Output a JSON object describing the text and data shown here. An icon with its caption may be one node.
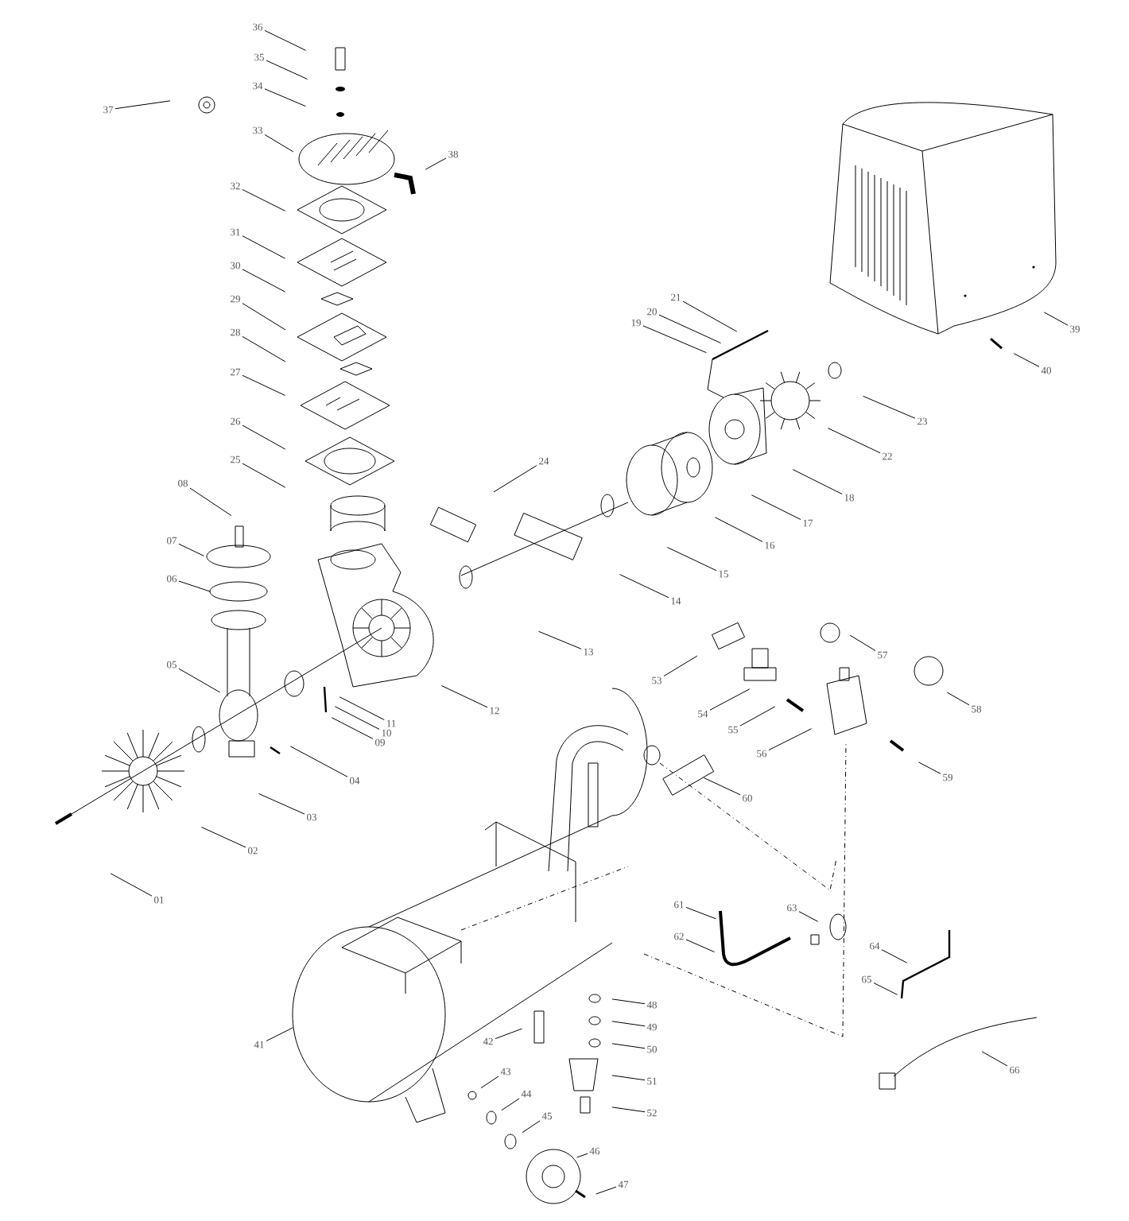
{
  "diagram": {
    "nodes": [
      {
        "text": [
          "01"
        ]
      },
      {
        "text": [
          "02"
        ]
      },
      {
        "text": [
          "03"
        ]
      },
      {
        "text": [
          "04"
        ]
      },
      {
        "text": [
          "05"
        ]
      },
      {
        "text": [
          "06"
        ]
      },
      {
        "text": [
          "07"
        ]
      },
      {
        "text": [
          "08"
        ]
      },
      {
        "text": [
          "09"
        ]
      },
      {
        "text": [
          "10"
        ]
      },
      {
        "text": [
          "11"
        ]
      },
      {
        "text": [
          "12"
        ]
      },
      {
        "text": [
          "13"
        ]
      },
      {
        "text": [
          "14"
        ]
      },
      {
        "text": [
          "15"
        ]
      },
      {
        "text": [
          "16"
        ]
      },
      {
        "text": [
          "17"
        ]
      },
      {
        "text": [
          "18"
        ]
      },
      {
        "text": [
          "19"
        ]
      },
      {
        "text": [
          "20"
        ]
      },
      {
        "text": [
          "21"
        ]
      },
      {
        "text": [
          "22"
        ]
      },
      {
        "text": [
          "23"
        ]
      },
      {
        "text": [
          "24"
        ]
      },
      {
        "text": [
          "25"
        ]
      },
      {
        "text": [
          "26"
        ]
      },
      {
        "text": [
          "27"
        ]
      },
      {
        "text": [
          "28"
        ]
      },
      {
        "text": [
          "29"
        ]
      },
      {
        "text": [
          "30"
        ]
      },
      {
        "text": [
          "31"
        ]
      },
      {
        "text": [
          "32"
        ]
      },
      {
        "text": [
          "33"
        ]
      },
      {
        "text": [
          "34"
        ]
      },
      {
        "text": [
          "35"
        ]
      },
      {
        "text": [
          "36"
        ]
      },
      {
        "text": [
          "37"
        ]
      },
      {
        "text": [
          "38"
        ]
      },
      {
        "text": [
          "39"
        ]
      },
      {
        "text": [
          "40"
        ]
      },
      {
        "text": [
          "41"
        ]
      },
      {
        "text": [
          "42"
        ]
      },
      {
        "text": [
          "43"
        ]
      },
      {
        "text": [
          "44"
        ]
      },
      {
        "text": [
          "45"
        ]
      },
      {
        "text": [
          "46"
        ]
      },
      {
        "text": [
          "47"
        ]
      },
      {
        "text": [
          "48"
        ]
      },
      {
        "text": [
          "49"
        ]
      },
      {
        "text": [
          "50"
        ]
      },
      {
        "text": [
          "51"
        ]
      },
      {
        "text": [
          "52"
        ]
      },
      {
        "text": [
          "53"
        ]
      },
      {
        "text": [
          "54"
        ]
      },
      {
        "text": [
          "55"
        ]
      },
      {
        "text": [
          "56"
        ]
      },
      {
        "text": [
          "57"
        ]
      },
      {
        "text": [
          "58"
        ]
      },
      {
        "text": [
          "59"
        ]
      },
      {
        "text": [
          "60"
        ]
      },
      {
        "text": [
          "61"
        ]
      },
      {
        "text": [
          "62"
        ]
      },
      {
        "text": [
          "63"
        ]
      },
      {
        "text": [
          "64"
        ]
      },
      {
        "text": [
          "65"
        ]
      },
      {
        "text": [
          "66"
        ]
      }
    ],
    "edges": [
      {
        "from": 0,
        "to": null,
        "arrow": "none"
      },
      {
        "from": 1,
        "to": null,
        "arrow": "none"
      },
      {
        "from": 2,
        "to": null,
        "arrow": "none"
      },
      {
        "from": 3,
        "to": null,
        "arrow": "none"
      },
      {
        "from": 4,
        "to": null,
        "arrow": "none"
      },
      {
        "from": 5,
        "to": null,
        "arrow": "none"
      },
      {
        "from": 6,
        "to": null,
        "arrow": "none"
      },
      {
        "from": 7,
        "to": null,
        "arrow": "none"
      },
      {
        "from": 8,
        "to": null,
        "arrow": "none"
      },
      {
        "from": 9,
        "to": null,
        "arrow": "none"
      },
      {
        "from": 10,
        "to": null,
        "arrow": "none"
      },
      {
        "from": 11,
        "to": null,
        "arrow": "none"
      },
      {
        "from": 12,
        "to": null,
        "arrow": "none"
      },
      {
        "from": 13,
        "to": null,
        "arrow": "none"
      },
      {
        "from": 14,
        "to": null,
        "arrow": "none"
      },
      {
        "from": 15,
        "to": null,
        "arrow": "none"
      },
      {
        "from": 16,
        "to": null,
        "arrow": "none"
      },
      {
        "from": 17,
        "to": null,
        "arrow": "none"
      },
      {
        "from": 18,
        "to": null,
        "arrow": "none"
      },
      {
        "from": 19,
        "to": null,
        "arrow": "none"
      },
      {
        "from": 20,
        "to": null,
        "arrow": "none"
      },
      {
        "from": 21,
        "to": null,
        "arrow": "none"
      },
      {
        "from": 22,
        "to": null,
        "arrow": "none"
      },
      {
        "from": 23,
        "to": null,
        "arrow": "none"
      },
      {
        "from": 24,
        "to": null,
        "arrow": "none"
      },
      {
        "from": 25,
        "to": null,
        "arrow": "none"
      },
      {
        "from": 26,
        "to": null,
        "arrow": "none"
      },
      {
        "from": 27,
        "to": null,
        "arrow": "none"
      },
      {
        "from": 28,
        "to": null,
        "arrow": "none"
      },
      {
        "from": 29,
        "to": null,
        "arrow": "none"
      },
      {
        "from": 30,
        "to": null,
        "arrow": "none"
      },
      {
        "from": 31,
        "to": null,
        "arrow": "none"
      },
      {
        "from": 32,
        "to": null,
        "arrow": "none"
      },
      {
        "from": 33,
        "to": null,
        "arrow": "none"
      },
      {
        "from": 34,
        "to": null,
        "arrow": "none"
      },
      {
        "from": 35,
        "to": null,
        "arrow": "none"
      },
      {
        "from": 36,
        "to": null,
        "arrow": "none"
      },
      {
        "from": 37,
        "to": null,
        "arrow": "none"
      },
      {
        "from": 38,
        "to": null,
        "arrow": "none"
      },
      {
        "from": 39,
        "to": null,
        "arrow": "none"
      },
      {
        "from": 40,
        "to": null,
        "arrow": "none"
      },
      {
        "from": 41,
        "to": null,
        "arrow": "none"
      },
      {
        "from": 42,
        "to": null,
        "arrow": "none"
      },
      {
        "from": 43,
        "to": null,
        "arrow": "none"
      },
      {
        "from": 44,
        "to": null,
        "arrow": "none"
      },
      {
        "from": 45,
        "to": null,
        "arrow": "none"
      },
      {
        "from": 46,
        "to": null,
        "arrow": "none"
      },
      {
        "from": 47,
        "to": null,
        "arrow": "none"
      },
      {
        "from": 48,
        "to": null,
        "arrow": "none"
      },
      {
        "from": 49,
        "to": null,
        "arrow": "none"
      },
      {
        "from": 50,
        "to": null,
        "arrow": "none"
      },
      {
        "from": 51,
        "to": null,
        "arrow": "none"
      },
      {
        "from": 52,
        "to": null,
        "arrow": "none"
      },
      {
        "from": 53,
        "to": null,
        "arrow": "none"
      },
      {
        "from": 54,
        "to": null,
        "arrow": "none"
      },
      {
        "from": 55,
        "to": null,
        "arrow": "none"
      },
      {
        "from": 56,
        "to": null,
        "arrow": "none"
      },
      {
        "from": 57,
        "to": null,
        "arrow": "none"
      },
      {
        "from": 58,
        "to": null,
        "arrow": "none"
      },
      {
        "from": 59,
        "to": null,
        "arrow": "none"
      },
      {
        "from": 60,
        "to": null,
        "arrow": "none"
      },
      {
        "from": 61,
        "to": null,
        "arrow": "none"
      },
      {
        "from": 62,
        "to": null,
        "arrow": "none"
      },
      {
        "from": 63,
        "to": null,
        "arrow": "none"
      },
      {
        "from": 64,
        "to": null,
        "arrow": "none"
      },
      {
        "from": 65,
        "to": null,
        "arrow": "none"
      }
    ]
  }
}
